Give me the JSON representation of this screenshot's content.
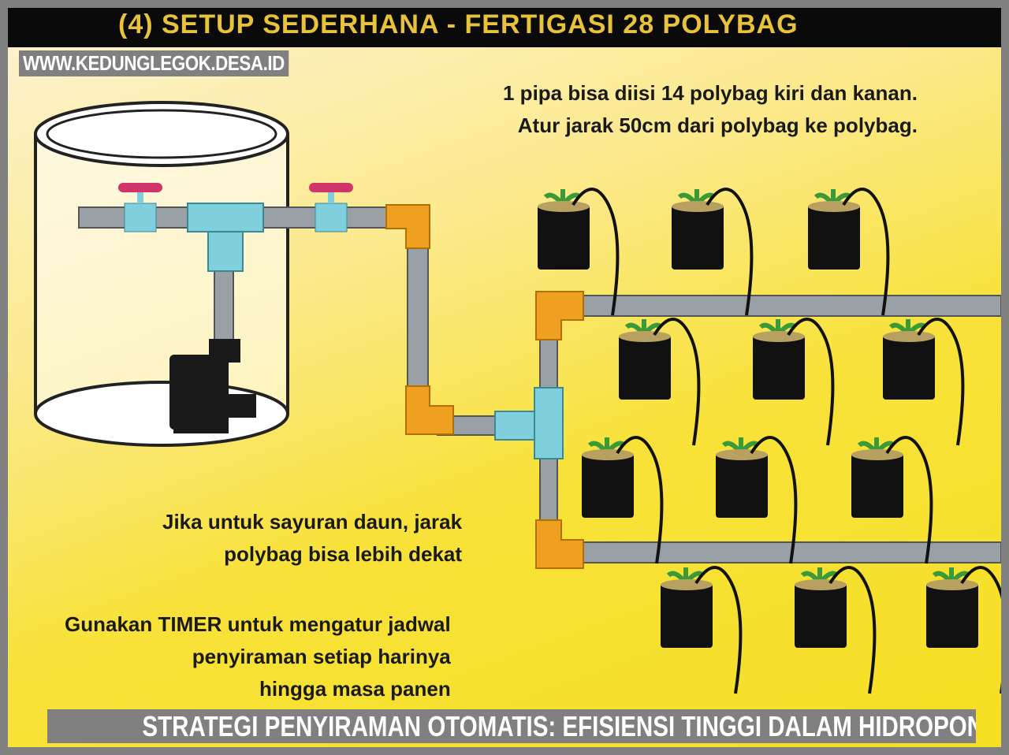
{
  "header": {
    "title": "(4) SETUP SEDERHANA - FERTIGASI 28 POLYBAG"
  },
  "watermark": "WWW.KEDUNGLEGOK.DESA.ID",
  "notes": {
    "top": [
      "1 pipa bisa diisi 14 polybag kiri dan kanan.",
      "Atur jarak 50cm dari polybag ke polybag."
    ],
    "leafy": [
      "Jika untuk sayuran daun, jarak",
      "polybag bisa lebih dekat"
    ],
    "timer": {
      "prefix": "Gunakan ",
      "bold": "TIMER",
      "suffix": " untuk mengatur jadwal",
      "line2": "penyiraman setiap harinya",
      "line3": "hingga masa panen"
    }
  },
  "caption": "STRATEGI PENYIRAMAN OTOMATIS: EFISIENSI TINGGI DALAM HIDROPONIK",
  "colors": {
    "background": "#f8e23a",
    "header": "#0a0a0a",
    "pipe": "#9aa1a6",
    "elbow": "#f0a020",
    "tee": "#7fd0dc",
    "valve": "#d0346a",
    "pot": "#111111",
    "plant": "#3a9a3a"
  }
}
